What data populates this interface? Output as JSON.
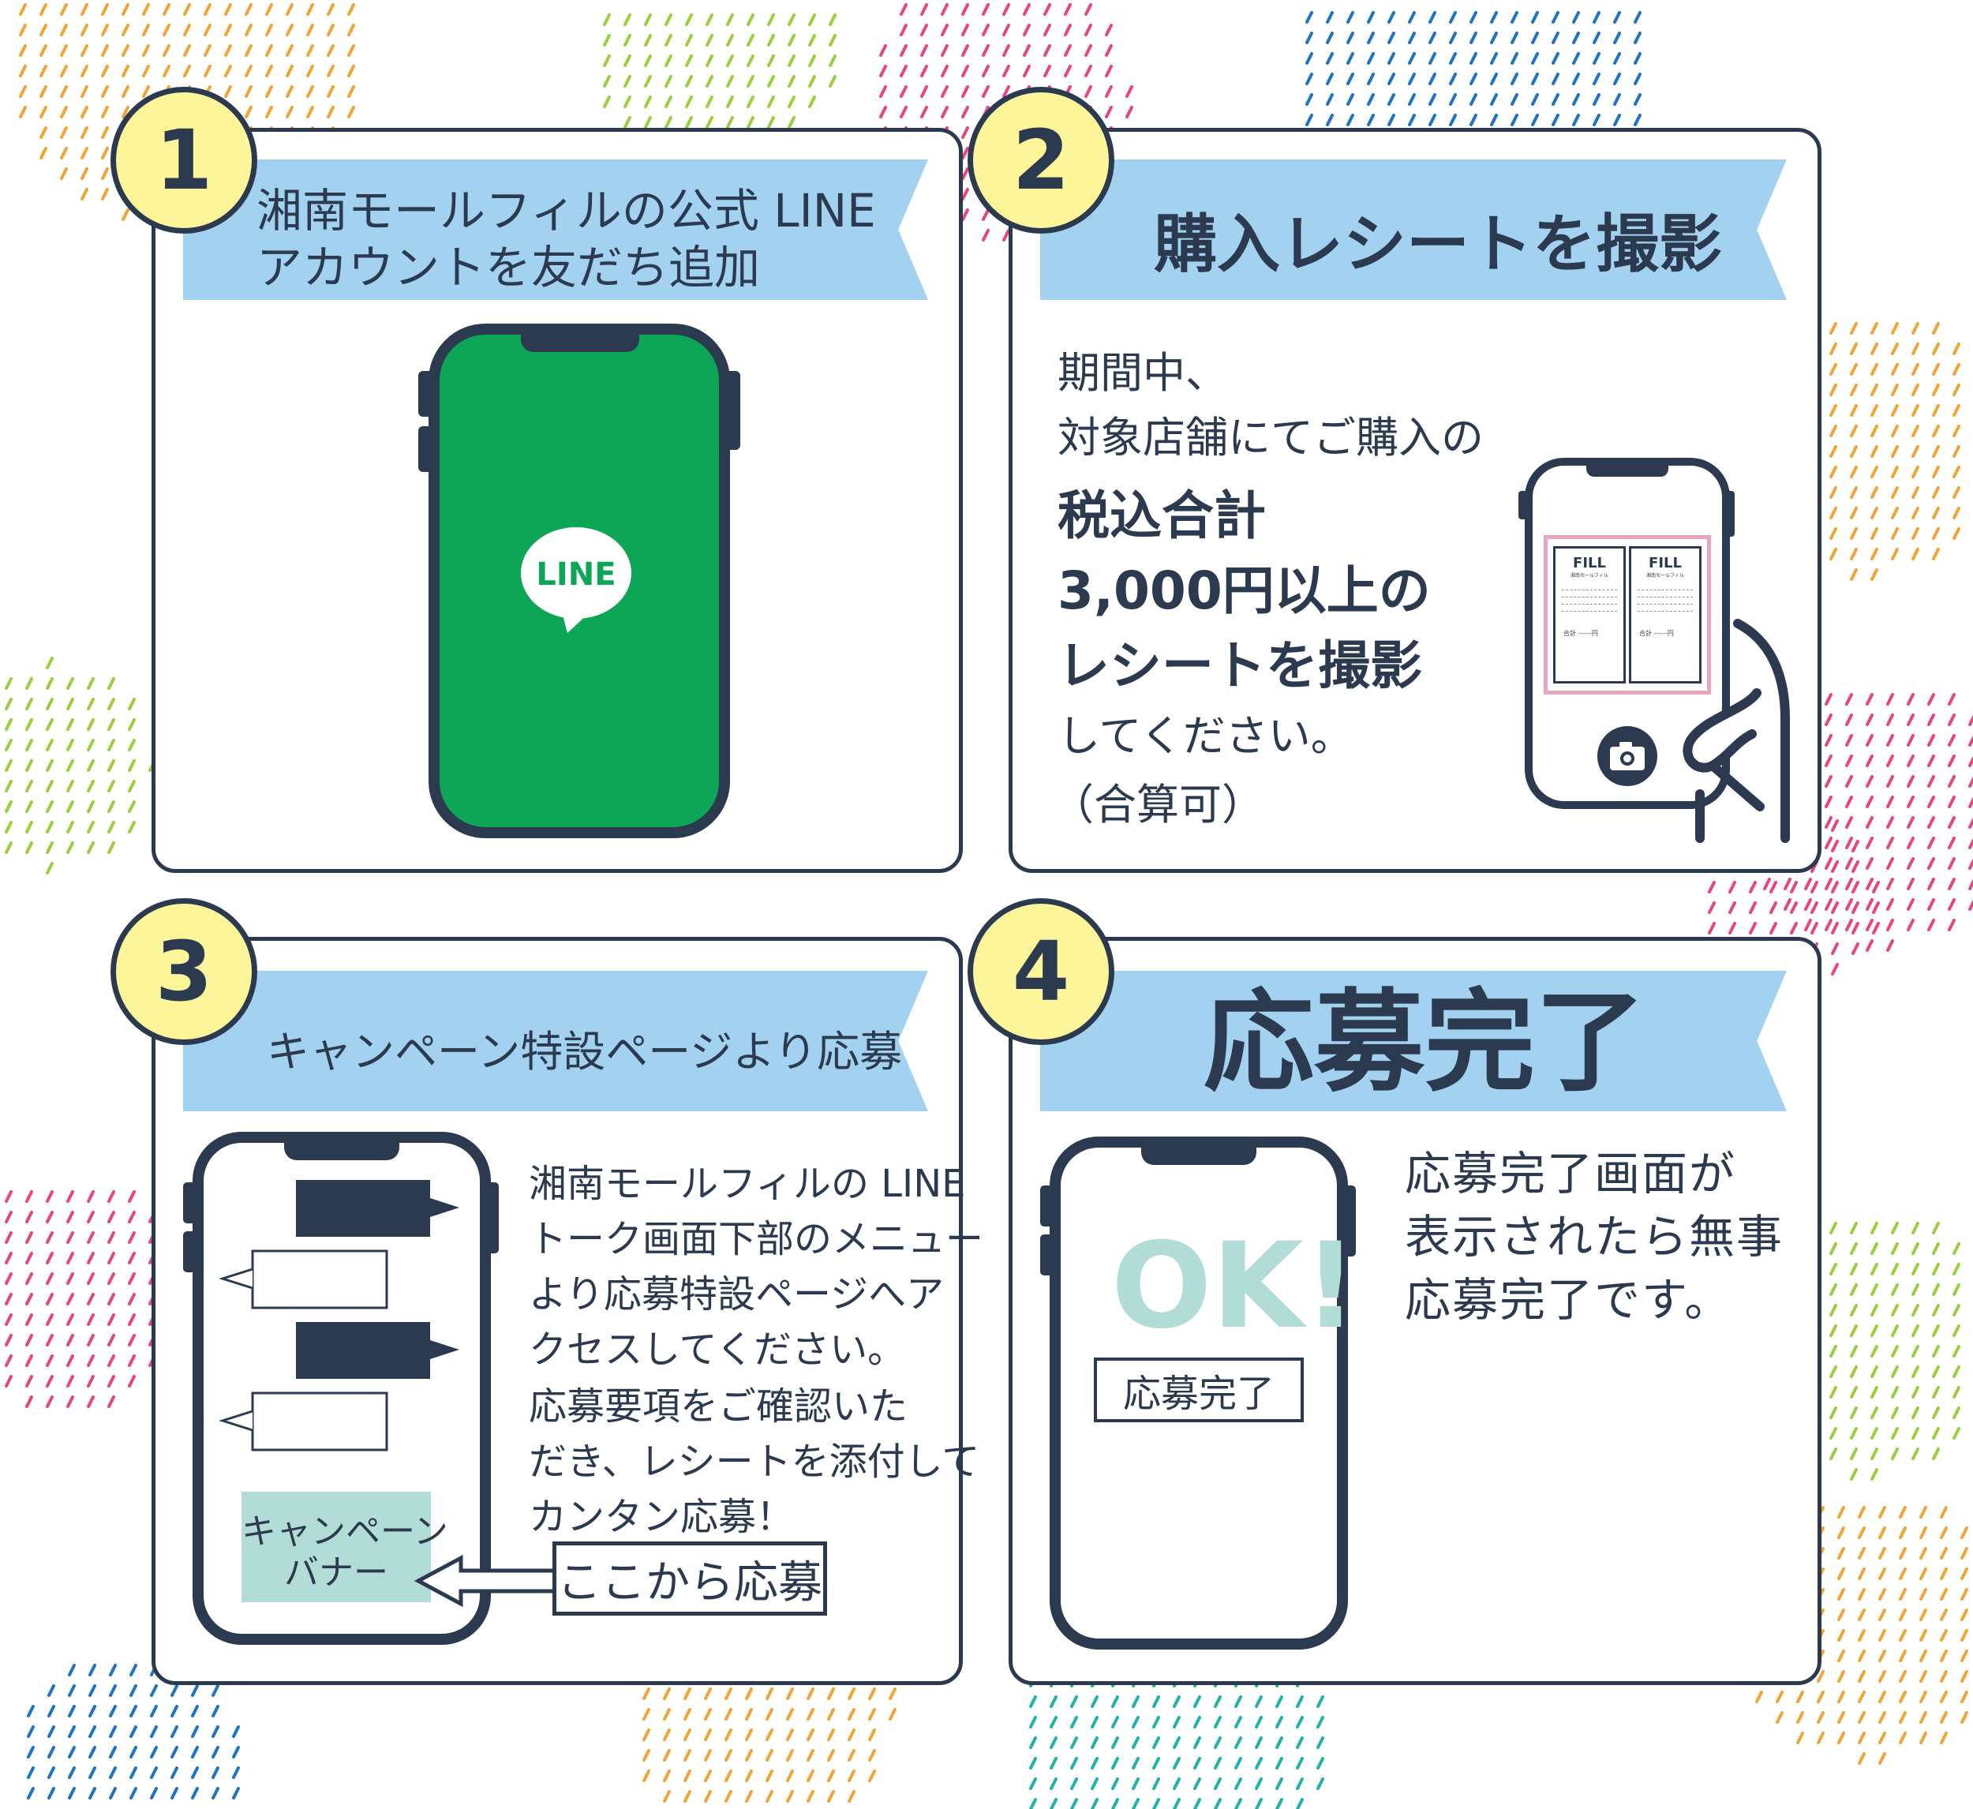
{
  "colors": {
    "navy": "#2c3a4f",
    "banner_blue": "#a3d1f0",
    "badge_yellow": "#fdf59a",
    "line_green": "#0da556",
    "mint": "#b2ddd6",
    "receipt_pink": "#e9a6bb",
    "dot_colors": [
      "#f0a535",
      "#9bcf3c",
      "#e8457c",
      "#1e73c4",
      "#1fb2a6"
    ]
  },
  "steps": [
    {
      "number": "1",
      "banner_lines": [
        "湘南モールフィルの公式 LINE",
        "アカウントを友だち追加"
      ],
      "logo_text": "LINE"
    },
    {
      "number": "2",
      "banner": "購入レシートを撮影",
      "text_lines": [
        "期間中、",
        "対象店舗にてご購入の",
        "税込合計",
        "3,000円以上の",
        "レシートを撮影",
        "してください。",
        "（合算可）"
      ],
      "receipt": {
        "brand": "FILL",
        "sub": "湘南モールフィル",
        "total": "合計",
        "dash": "------",
        "yen": "円"
      },
      "icon": "camera-icon"
    },
    {
      "number": "3",
      "banner": "キャンペーン特設ページより応募",
      "text_lines": [
        "湘南モールフィルの LINE",
        "トーク画面下部のメニュー",
        "より応募特設ページへア",
        "クセスしてください。",
        "応募要項をご確認いた",
        "だき、レシートを添付して",
        "カンタン応募！"
      ],
      "campaign_banner_lines": [
        "キャンペーン",
        "バナー"
      ],
      "callout": "ここから応募"
    },
    {
      "number": "4",
      "banner": "応募完了",
      "ok": "OK!",
      "screen_label": "応募完了",
      "text_lines": [
        "応募完了画面が",
        "表示されたら無事",
        "応募完了です。"
      ]
    }
  ]
}
